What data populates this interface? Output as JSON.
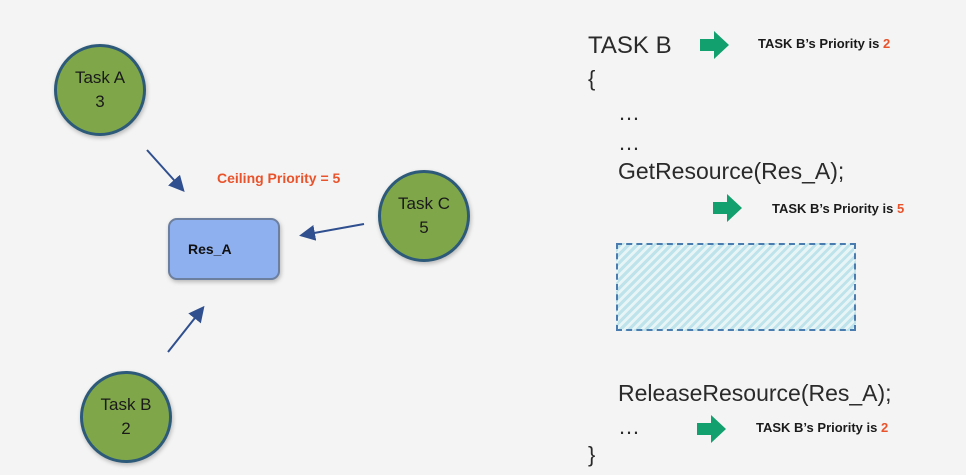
{
  "diagram": {
    "tasks": [
      {
        "name": "Task A",
        "priority": "3"
      },
      {
        "name": "Task B",
        "priority": "2"
      },
      {
        "name": "Task C",
        "priority": "5"
      }
    ],
    "resource": "Res_A",
    "ceiling_label": "Ceiling Priority = 5"
  },
  "code": {
    "header": "TASK B",
    "open_brace": "{",
    "ellipsis1": "…",
    "ellipsis2": "…",
    "get_line": "GetResource(Res_A);",
    "release_line": "ReleaseResource(Res_A);",
    "ellipsis3": "…",
    "close_brace": "}"
  },
  "notes": {
    "prefix": "TASK B’s Priority is",
    "priority_before": "2",
    "priority_during": "5",
    "priority_after": "2"
  },
  "colors": {
    "task_fill": "#7fa74a",
    "task_border": "#2e5a7a",
    "resource_fill": "#8fb0ee",
    "accent_orange": "#e8532b",
    "green_arrow": "#13a06f",
    "connector": "#2f4f8f",
    "critical_section_hatch": "#bfe3ea"
  }
}
